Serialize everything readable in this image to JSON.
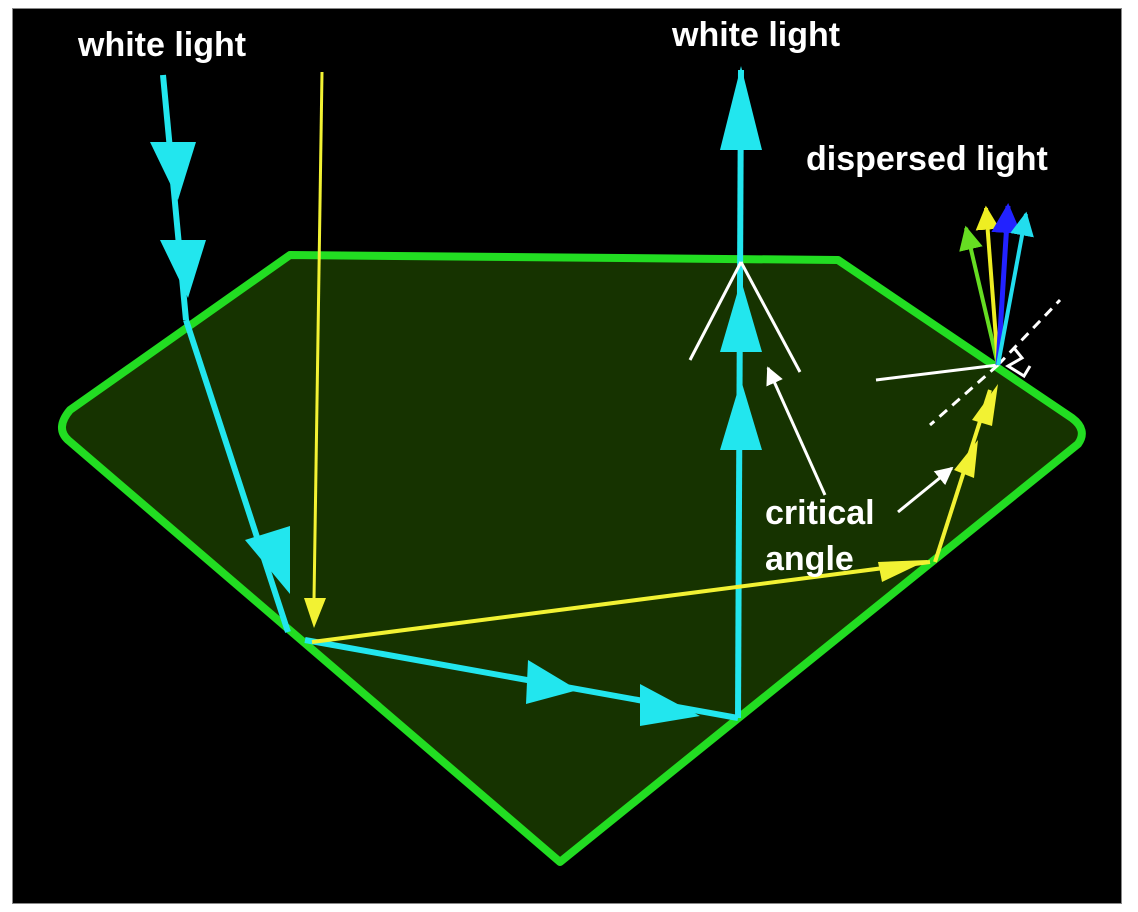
{
  "labels": {
    "white_light_left": "white light",
    "white_light_top": "white light",
    "dispersed_light": "dispersed light",
    "critical_line1": "critical",
    "critical_line2": "angle"
  },
  "colors": {
    "background": "#000000",
    "gem_outline": "#22dd22",
    "gem_fill": "#163300",
    "ray_white_light": "#22e6ee",
    "ray_yellow": "#f2f233",
    "annotation": "#ffffff",
    "dispersed_green": "#66dd22",
    "dispersed_yellow": "#eeee22",
    "dispersed_blue": "#2222ff",
    "dispersed_cyan": "#22ddee"
  }
}
